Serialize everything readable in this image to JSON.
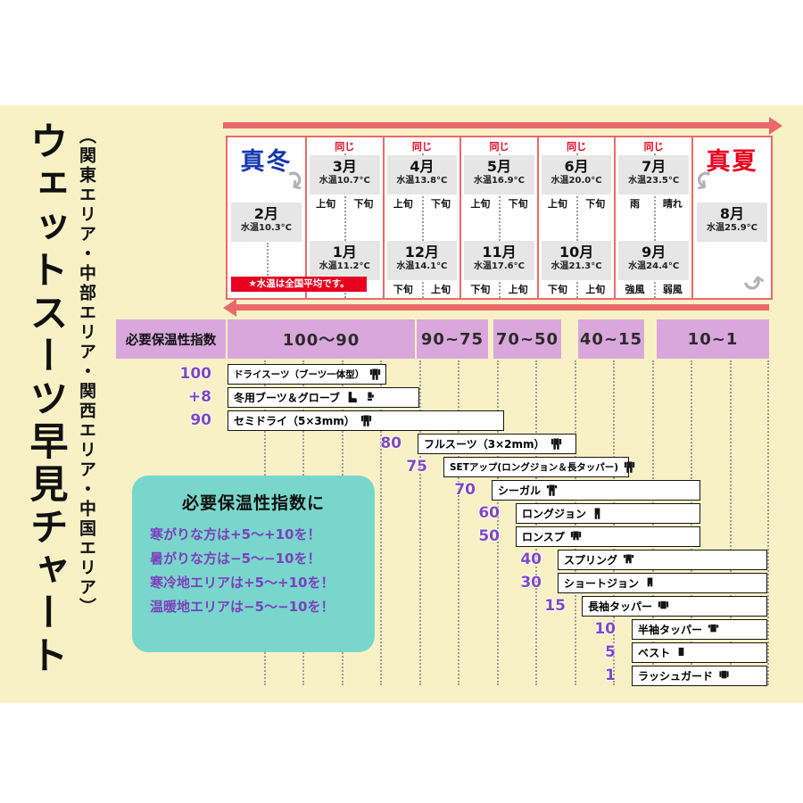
{
  "title": {
    "main": "ウェットスーツ早見チャート",
    "areas": "（関東エリア・中部エリア・関西エリア・中国エリア）"
  },
  "calendar": {
    "winter_label": "真冬",
    "summer_label": "真夏",
    "note": "★水温は全国平均です。",
    "winter_month": {
      "month": "2月",
      "temp": "水温10.3°C"
    },
    "summer_month": {
      "month": "8月",
      "temp": "水温25.9°C"
    },
    "columns": [
      {
        "same": "同じ",
        "top_month": "3月",
        "top_temp": "水温10.7°C",
        "sub_top_left": "上旬",
        "sub_top_right": "下旬",
        "bot_month": "1月",
        "bot_temp": "水温11.2°C",
        "sub_bot_left": "",
        "sub_bot_right": ""
      },
      {
        "same": "同じ",
        "top_month": "4月",
        "top_temp": "水温13.8°C",
        "sub_top_left": "上旬",
        "sub_top_right": "下旬",
        "bot_month": "12月",
        "bot_temp": "水温14.1°C",
        "sub_bot_left": "下旬",
        "sub_bot_right": "上旬"
      },
      {
        "same": "同じ",
        "top_month": "5月",
        "top_temp": "水温16.9°C",
        "sub_top_left": "上旬",
        "sub_top_right": "下旬",
        "bot_month": "11月",
        "bot_temp": "水温17.6°C",
        "sub_bot_left": "下旬",
        "sub_bot_right": "上旬"
      },
      {
        "same": "同じ",
        "top_month": "6月",
        "top_temp": "水温20.0°C",
        "sub_top_left": "上旬",
        "sub_top_right": "下旬",
        "bot_month": "10月",
        "bot_temp": "水温21.3°C",
        "sub_bot_left": "下旬",
        "sub_bot_right": "上旬"
      },
      {
        "same": "同じ",
        "top_month": "7月",
        "top_temp": "水温23.5°C",
        "sub_top_left": "雨",
        "sub_top_right": "晴れ",
        "bot_month": "9月",
        "bot_temp": "水温24.4°C",
        "sub_bot_left": "強風",
        "sub_bot_right": "弱風"
      }
    ]
  },
  "index_band": {
    "label": "必要保温性指数",
    "ranges": [
      "100〜90",
      "90~75",
      "70~50",
      "40~15",
      "10~1"
    ]
  },
  "items": [
    {
      "index": "100",
      "label": "ドライスーツ（ブーツ一体型）",
      "icons": [
        "wetsuit-icon"
      ]
    },
    {
      "index": "+8",
      "label": "冬用ブーツ＆グローブ",
      "icons": [
        "boot-icon",
        "glove-icon"
      ]
    },
    {
      "index": "90",
      "label": "セミドライ（5×3mm）",
      "icons": [
        "wetsuit-icon"
      ]
    },
    {
      "index": "80",
      "label": "フルスーツ（3×2mm）",
      "icons": [
        "wetsuit-icon"
      ]
    },
    {
      "index": "75",
      "label": "SETアップ(ロングジョン＆長タッパー)",
      "icons": [
        "wetsuit-icon"
      ]
    },
    {
      "index": "70",
      "label": "シーガル",
      "icons": [
        "seagull-suit-icon"
      ]
    },
    {
      "index": "60",
      "label": "ロングジョン",
      "icons": [
        "longjohn-icon"
      ]
    },
    {
      "index": "50",
      "label": "ロンスプ",
      "icons": [
        "longspring-icon"
      ]
    },
    {
      "index": "40",
      "label": "スプリング",
      "icons": [
        "spring-suit-icon"
      ]
    },
    {
      "index": "30",
      "label": "ショートジョン",
      "icons": [
        "shortjohn-icon"
      ]
    },
    {
      "index": "15",
      "label": "長袖タッパー",
      "icons": [
        "jacket-icon"
      ]
    },
    {
      "index": "10",
      "label": "半袖タッパー",
      "icons": [
        "tshirt-icon"
      ]
    },
    {
      "index": "5",
      "label": "ベスト",
      "icons": [
        "vest-icon"
      ]
    },
    {
      "index": "1",
      "label": "ラッシュガード",
      "icons": [
        "rashguard-icon"
      ]
    }
  ],
  "info_box": {
    "heading": "必要保温性指数に",
    "lines": [
      "寒がりな方は+5〜+10を！",
      "暑がりな方は−5〜−10を！",
      "寒冷地エリアは+5〜+10を！",
      "温暖地エリアは−5〜−10を！"
    ]
  },
  "colors": {
    "background_cream": "#F9F1C6",
    "accent_red": "#E8001F",
    "arrow_salmon": "#E96A6A",
    "winter_blue": "#1638B0",
    "band_purple": "#D9A7DB",
    "number_purple": "#8348C0",
    "info_teal": "#79D6CC",
    "cell_gray": "#E6E6E6"
  }
}
